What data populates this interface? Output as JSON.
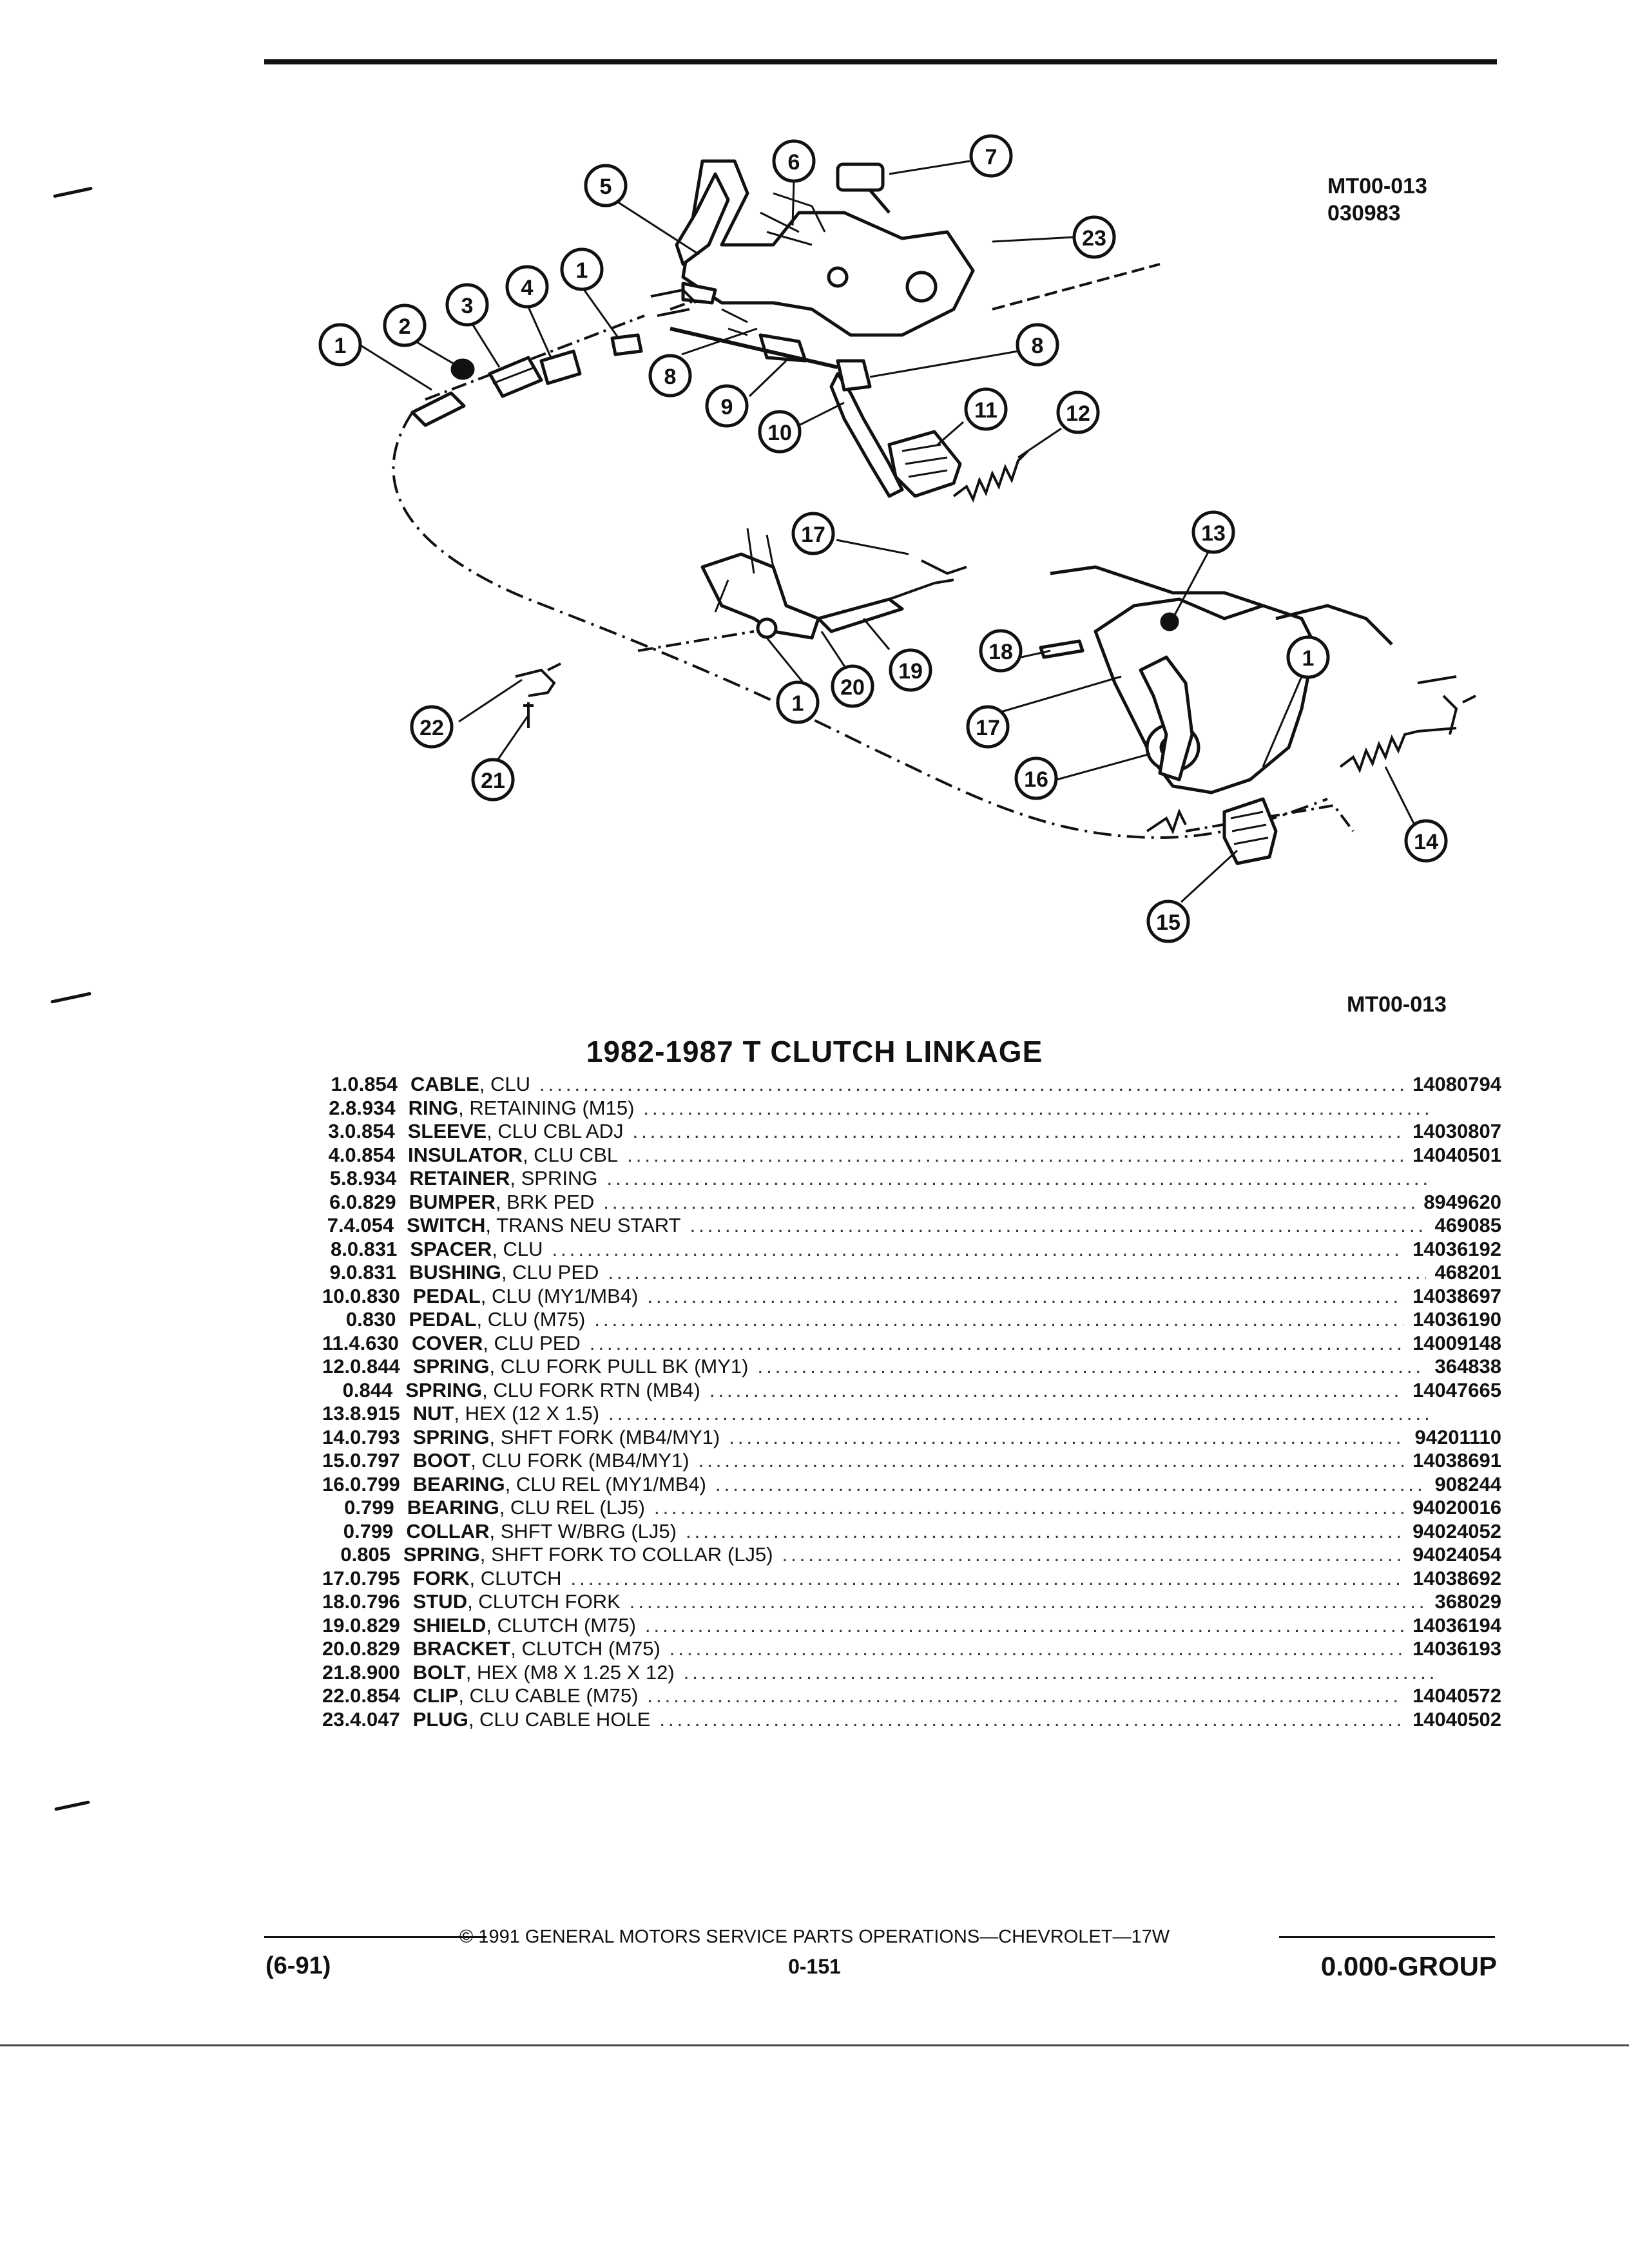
{
  "ref_codes": {
    "top_line1": "MT00-013",
    "top_line2": "030983",
    "bottom": "MT00-013"
  },
  "callouts": {
    "c1a": "1",
    "c2": "2",
    "c3": "3",
    "c4": "4",
    "c1b": "1",
    "c5": "5",
    "c6": "6",
    "c7": "7",
    "c23": "23",
    "c8a": "8",
    "c8b": "8",
    "c9": "9",
    "c10": "10",
    "c11": "11",
    "c12": "12",
    "c17a": "17",
    "c13": "13",
    "c18": "18",
    "c1c": "1",
    "c19": "19",
    "c20": "20",
    "c1d": "1",
    "c17b": "17",
    "c22": "22",
    "c21": "21",
    "c16": "16",
    "c14": "14",
    "c15": "15"
  },
  "title": "1982-1987 T CLUTCH LINKAGE",
  "parts": [
    {
      "num": "1.",
      "group": "0.854",
      "name": "CABLE",
      "desc": ", CLU",
      "part_no": "14080794"
    },
    {
      "num": "2.",
      "group": "8.934",
      "name": "RING",
      "desc": ", RETAINING (M15)",
      "part_no": ""
    },
    {
      "num": "3.",
      "group": "0.854",
      "name": "SLEEVE",
      "desc": ", CLU CBL ADJ",
      "part_no": "14030807"
    },
    {
      "num": "4.",
      "group": "0.854",
      "name": "INSULATOR",
      "desc": ", CLU CBL",
      "part_no": "14040501"
    },
    {
      "num": "5.",
      "group": "8.934",
      "name": "RETAINER",
      "desc": ", SPRING",
      "part_no": ""
    },
    {
      "num": "6.",
      "group": "0.829",
      "name": "BUMPER",
      "desc": ", BRK PED",
      "part_no": "8949620"
    },
    {
      "num": "7.",
      "group": "4.054",
      "name": "SWITCH",
      "desc": ", TRANS NEU START",
      "part_no": "469085"
    },
    {
      "num": "8.",
      "group": "0.831",
      "name": "SPACER",
      "desc": ", CLU",
      "part_no": "14036192"
    },
    {
      "num": "9.",
      "group": "0.831",
      "name": "BUSHING",
      "desc": ", CLU PED",
      "part_no": "468201"
    },
    {
      "num": "10.",
      "group": "0.830",
      "name": "PEDAL",
      "desc": ", CLU (MY1/MB4)",
      "part_no": "14038697"
    },
    {
      "num": "",
      "group": "0.830",
      "name": "PEDAL",
      "desc": ", CLU (M75)",
      "part_no": "14036190"
    },
    {
      "num": "11.",
      "group": "4.630",
      "name": "COVER",
      "desc": ", CLU PED",
      "part_no": "14009148"
    },
    {
      "num": "12.",
      "group": "0.844",
      "name": "SPRING",
      "desc": ", CLU FORK PULL BK (MY1)",
      "part_no": "364838"
    },
    {
      "num": "",
      "group": "0.844",
      "name": "SPRING",
      "desc": ", CLU FORK RTN (MB4)",
      "part_no": "14047665"
    },
    {
      "num": "13.",
      "group": "8.915",
      "name": "NUT",
      "desc": ", HEX (12 X 1.5)",
      "part_no": ""
    },
    {
      "num": "14.",
      "group": "0.793",
      "name": "SPRING",
      "desc": ", SHFT FORK (MB4/MY1)",
      "part_no": "94201110"
    },
    {
      "num": "15.",
      "group": "0.797",
      "name": "BOOT",
      "desc": ", CLU FORK (MB4/MY1)",
      "part_no": "14038691"
    },
    {
      "num": "16.",
      "group": "0.799",
      "name": "BEARING",
      "desc": ", CLU REL (MY1/MB4)",
      "part_no": "908244"
    },
    {
      "num": "",
      "group": "0.799",
      "name": "BEARING",
      "desc": ", CLU REL (LJ5)",
      "part_no": "94020016"
    },
    {
      "num": "",
      "group": "0.799",
      "name": "COLLAR",
      "desc": ", SHFT W/BRG (LJ5)",
      "part_no": "94024052"
    },
    {
      "num": "",
      "group": "0.805",
      "name": "SPRING",
      "desc": ", SHFT FORK TO COLLAR (LJ5)",
      "part_no": "94024054"
    },
    {
      "num": "17.",
      "group": "0.795",
      "name": "FORK",
      "desc": ", CLUTCH",
      "part_no": "14038692"
    },
    {
      "num": "18.",
      "group": "0.796",
      "name": "STUD",
      "desc": ", CLUTCH FORK",
      "part_no": "368029"
    },
    {
      "num": "19.",
      "group": "0.829",
      "name": "SHIELD",
      "desc": ", CLUTCH (M75)",
      "part_no": "14036194"
    },
    {
      "num": "20.",
      "group": "0.829",
      "name": "BRACKET",
      "desc": ", CLUTCH (M75)",
      "part_no": "14036193"
    },
    {
      "num": "21.",
      "group": "8.900",
      "name": "BOLT",
      "desc": ", HEX (M8 X 1.25 X 12)",
      "part_no": ""
    },
    {
      "num": "22.",
      "group": "0.854",
      "name": "CLIP",
      "desc": ", CLU CABLE (M75)",
      "part_no": "14040572"
    },
    {
      "num": "23.",
      "group": "4.047",
      "name": "PLUG",
      "desc": ", CLU CABLE HOLE",
      "part_no": "14040502"
    }
  ],
  "footer": {
    "copyright": "© 1991 GENERAL MOTORS SERVICE PARTS OPERATIONS—CHEVROLET—17W",
    "date": "(6-91)",
    "page": "0-151",
    "group": "0.000-GROUP"
  }
}
